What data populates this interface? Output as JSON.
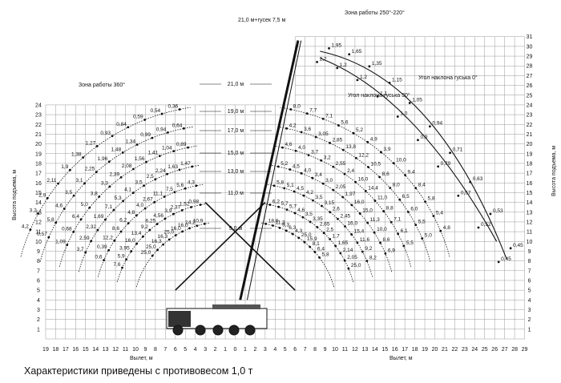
{
  "zones": {
    "left": "Зона работы 360°",
    "right": "Зона работы 250°-220°"
  },
  "axes": {
    "x_label": "Вылет, м",
    "y_label": "Высота подъема, м",
    "y_ticks": [
      1,
      2,
      3,
      4,
      5,
      6,
      7,
      8,
      9,
      10,
      11,
      12,
      13,
      14,
      15,
      16,
      17,
      18,
      19,
      20,
      21,
      22,
      23,
      24
    ],
    "y_ticks_right": [
      1,
      2,
      3,
      4,
      5,
      6,
      7,
      8,
      9,
      10,
      11,
      12,
      13,
      14,
      15,
      16,
      17,
      18,
      19,
      20,
      21,
      22,
      23,
      24,
      25,
      26,
      27,
      28,
      29,
      30,
      31
    ],
    "x_ticks_left": [
      19,
      18,
      17,
      16,
      15,
      14,
      13,
      12,
      11,
      10,
      9,
      8,
      7,
      6,
      5,
      4,
      3,
      2,
      1
    ],
    "x_ticks_right": [
      0,
      1,
      2,
      3,
      4,
      5,
      6,
      7,
      8,
      9,
      10,
      11,
      12,
      13,
      14,
      15,
      16,
      17,
      18,
      19,
      20,
      21,
      22,
      23,
      24,
      25,
      26,
      27,
      28,
      29
    ]
  },
  "boom_lengths": [
    "21,0 м",
    "19,0 м",
    "17,0 м",
    "15,0 м",
    "13,0 м",
    "11,0 м",
    "9,0 м"
  ],
  "jib": {
    "title": "21,0 м+гусек 7,5 м",
    "angle_0": "Угол наклона гуська 0°",
    "angle_30": "Угол наклона гуська 30°"
  },
  "caption": "Характеристики приведены с противовесом 1,0 т",
  "chart_data": {
    "type": "diagram",
    "left_values": [
      "0,36",
      "0,54",
      "0,59",
      "0,84",
      "0,93",
      "1,27",
      "1,38",
      "1,9",
      "2,11",
      "2,9",
      "3,2",
      "4,2",
      "0,64",
      "0,94",
      "0,99",
      "1,34",
      "1,48",
      "1,96",
      "2,25",
      "3,1",
      "3,5",
      "4,6",
      "5,8",
      "0,57",
      "0,89",
      "1,04",
      "1,41",
      "1,56",
      "2,08",
      "2,39",
      "3,3",
      "3,8",
      "5,0",
      "6,4",
      "0,68",
      "1,09",
      "1,47",
      "1,63",
      "2,24",
      "2,5",
      "3,5",
      "4,1",
      "5,3",
      "7,1",
      "1,69",
      "2,32",
      "2,59",
      "3,7",
      "4,3",
      "5,6",
      "7,5",
      "11,1",
      "2,67",
      "4,0",
      "4,8",
      "6,2",
      "8,6",
      "12,2",
      "0,39",
      "0,6",
      "0,98",
      "1,52",
      "2,37",
      "3,9",
      "4,56",
      "6,25",
      "9,2",
      "13,4",
      "16,0",
      "3,95",
      "5,9",
      "7,6",
      "10,9",
      "14,2",
      "16,0",
      "16,0",
      "25,0",
      "16,3",
      "16,3",
      "25,0",
      "25,0"
    ],
    "right_values": [
      "8,0",
      "7,7",
      "7,1",
      "5,6",
      "5,2",
      "4,9",
      "3,9",
      "10,0",
      "9,4",
      "8,4",
      "5,8",
      "5,4",
      "4,8",
      "4,2",
      "3,6",
      "3,05",
      "2,85",
      "13,8",
      "12,2",
      "10,5",
      "8,6",
      "8,0",
      "6,5",
      "6,0",
      "5,5",
      "5,0",
      "4,6",
      "4,0",
      "3,7",
      "3,2",
      "2,55",
      "2,4",
      "16,0",
      "14,4",
      "11,0",
      "8,8",
      "7,1",
      "6,1",
      "5,5",
      "5,2",
      "4,5",
      "4,0",
      "3,4",
      "3,0",
      "2,05",
      "1,97",
      "16,0",
      "15,0",
      "11,3",
      "10,0",
      "8,6",
      "6,9",
      "5,8",
      "5,1",
      "4,5",
      "4,2",
      "3,5",
      "3,15",
      "2,6",
      "2,45",
      "16,0",
      "15,4",
      "11,6",
      "9,2",
      "8,2",
      "6,2",
      "5,7",
      "5,7",
      "4,6",
      "3,5",
      "3,35",
      "2,65",
      "2,5",
      "1,7",
      "1,65",
      "2,14",
      "2,05",
      "25,0",
      "18,0",
      "11,3",
      "9,3",
      "6,3",
      "4,3",
      "25,0",
      "15,9",
      "8,1",
      "6,4",
      "5,8"
    ],
    "jib_values_0": [
      "1,95",
      "1,65",
      "1,35",
      "1,15",
      "1,05",
      "0,94",
      "0,71",
      "0,63",
      "0,53",
      "0,45"
    ],
    "jib_values_30": [
      "2,2",
      "1,2",
      "1,2",
      "1,1",
      "1,0",
      "0,9",
      "0,79",
      "0,57",
      "0,52",
      "0,45"
    ]
  }
}
